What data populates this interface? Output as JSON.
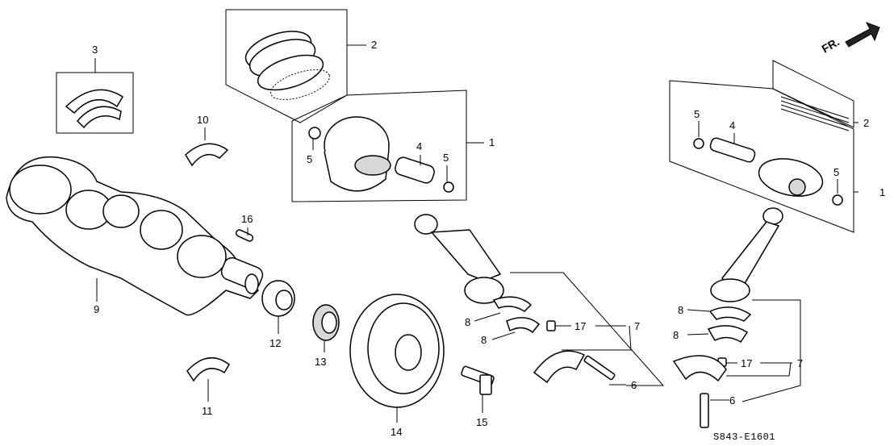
{
  "diagram_code": "S843-E1601",
  "direction_label": "FR.",
  "callouts": {
    "c1a": "1",
    "c2a": "2",
    "c3": "3",
    "c4a": "4",
    "c5a": "5",
    "c5b": "5",
    "c9": "9",
    "c10": "10",
    "c11": "11",
    "c12": "12",
    "c13": "13",
    "c14": "14",
    "c15": "15",
    "c16": "16",
    "c8a": "8",
    "c8b": "8",
    "c17a": "17",
    "c7a": "7",
    "c6a": "6",
    "c1b": "1",
    "c2b": "2",
    "c4b": "4",
    "c5c": "5",
    "c5d": "5",
    "c8c": "8",
    "c8d": "8",
    "c17b": "17",
    "c7b": "7",
    "c6b": "6"
  },
  "icons": {
    "front_arrow": "arrow-right-icon"
  }
}
